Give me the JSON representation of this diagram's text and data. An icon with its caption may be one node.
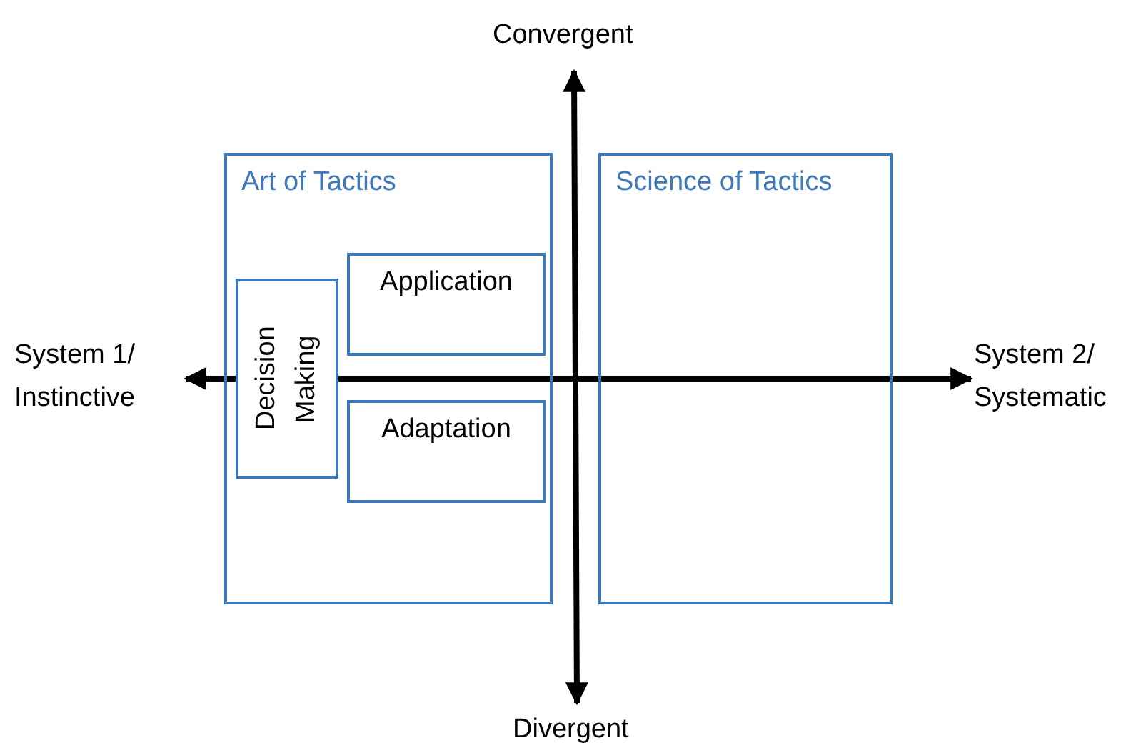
{
  "diagram": {
    "nodes": [
      {
        "text": [
          "Art of Tactics"
        ]
      },
      {
        "text": [
          "Decision Making"
        ],
        "in": 0
      },
      {
        "text": [
          "Application"
        ],
        "in": 0
      },
      {
        "text": [
          "Adaptation"
        ],
        "in": 0
      },
      {
        "text": [
          "Science of Tactics"
        ]
      }
    ],
    "labels": [
      "Convergent",
      "System 1/ Instinctive",
      "System 2/ Systematic",
      "Divergent"
    ]
  }
}
